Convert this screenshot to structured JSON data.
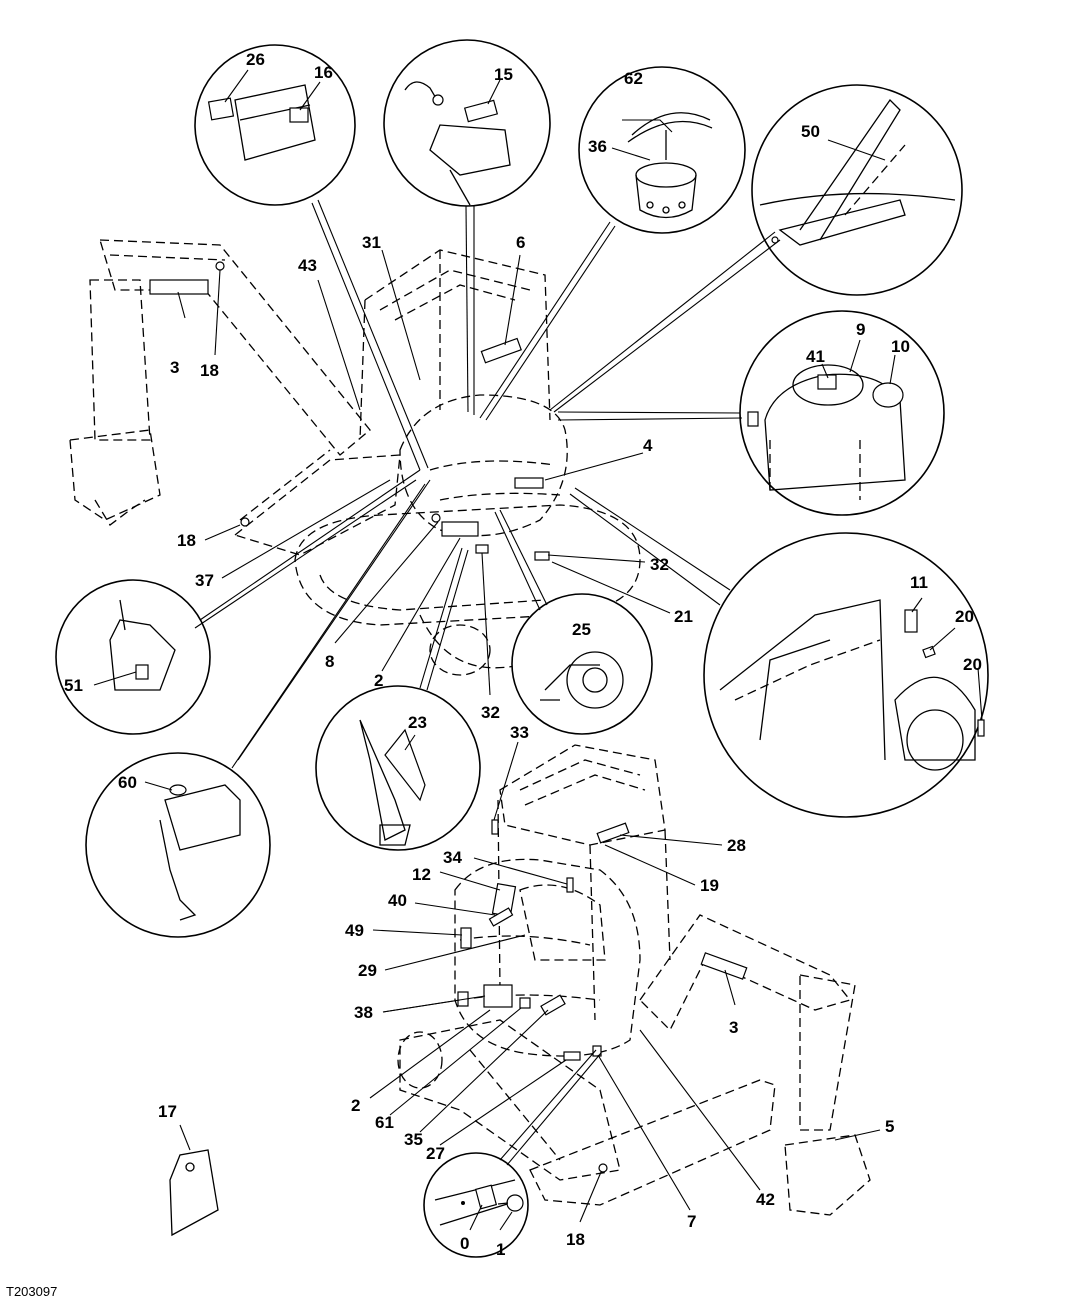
{
  "figure_id": "T203097",
  "labels": {
    "n26": "26",
    "n16": "16",
    "n15": "15",
    "n62": "62",
    "n36": "36",
    "n50": "50",
    "n31": "31",
    "n43": "43",
    "n6": "6",
    "n3a": "3",
    "n18a": "18",
    "n41": "41",
    "n9": "9",
    "n10": "10",
    "n4": "4",
    "n18b": "18",
    "n37": "37",
    "n32a": "32",
    "n21": "21",
    "n25": "25",
    "n8": "8",
    "n2a": "2",
    "n32b": "32",
    "n51": "51",
    "n11": "11",
    "n20a": "20",
    "n20b": "20",
    "n23": "23",
    "n33": "33",
    "n60": "60",
    "n28": "28",
    "n34": "34",
    "n19": "19",
    "n12": "12",
    "n40": "40",
    "n49": "49",
    "n29": "29",
    "n38": "38",
    "n3b": "3",
    "n2b": "2",
    "n61": "61",
    "n35": "35",
    "n27": "27",
    "n17": "17",
    "n5": "5",
    "n42": "42",
    "n7": "7",
    "n0": "0",
    "n1": "1",
    "n18c": "18"
  }
}
